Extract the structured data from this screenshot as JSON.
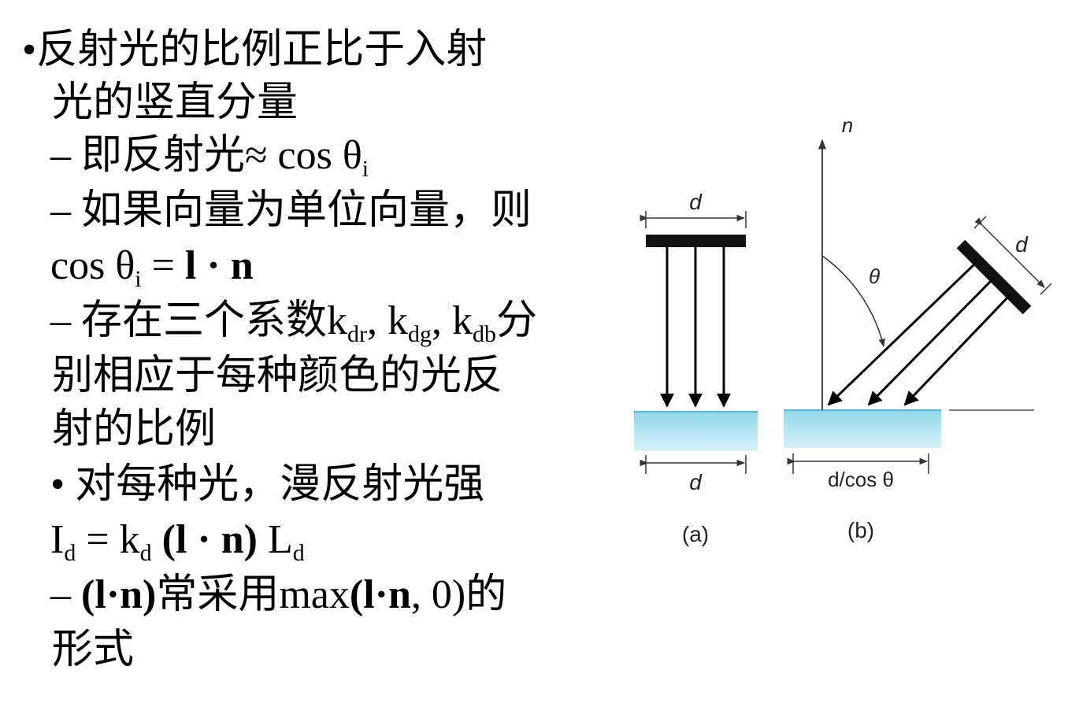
{
  "lines": {
    "l1a": "反射光的比例正比于入射",
    "l1b": "光的竖直分量",
    "l2": "即反射光≈ cos θ",
    "l2sub": "i",
    "l3": "如果向量为单位向量，则",
    "l4a": "cos θ",
    "l4sub": "i",
    "l4b": " = ",
    "l4c": "l · n",
    "l5a": "存在三个系数k",
    "l5s1": "dr",
    "l5b": ", k",
    "l5s2": "dg",
    "l5c": ", k",
    "l5s3": "db",
    "l5d": "分",
    "l6": "别相应于每种颜色的光反",
    "l7": "射的比例",
    "l8": "对每种光，漫反射光强",
    "l9a": "I",
    "l9s1": "d",
    "l9b": " = k",
    "l9s2": "d",
    "l9c": " (l · n)",
    "l9d": " L",
    "l9s3": "d",
    "l10a": "(l·n)",
    "l10b": "常采用max",
    "l10c": "(l·n",
    "l10d": ", 0)",
    "l10e": "的",
    "l11": "形式"
  },
  "bullets": {
    "bullet": "•",
    "dash": "–"
  },
  "figure": {
    "label_a": "(a)",
    "label_b": "(b)",
    "d_top_a": "d",
    "d_bottom_a": "d",
    "d_side_b": "d",
    "d_cos_b": "d/cos θ",
    "theta": "θ",
    "normal": "n"
  },
  "colors": {
    "surface_top": "#8fd6ea",
    "surface_bottom": "#d7f2fa"
  }
}
